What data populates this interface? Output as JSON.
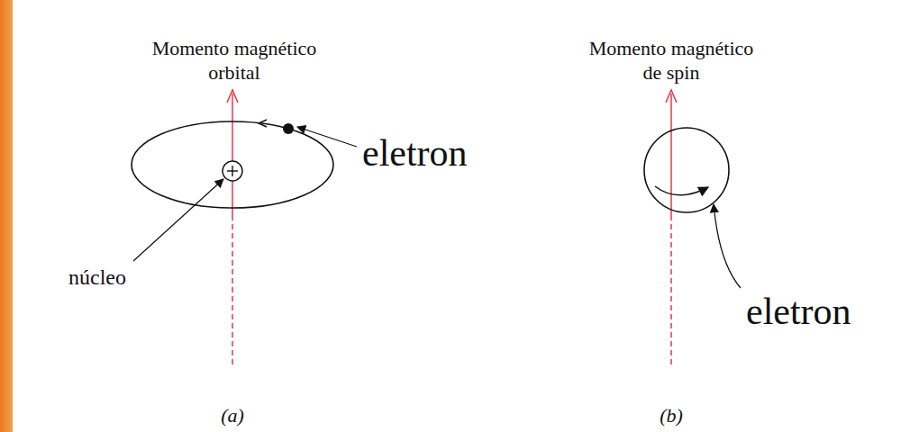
{
  "diagram": {
    "labels": [
      "Momento magnético orbital",
      "eletron",
      "núcleo",
      "(a)",
      "Momento magnético de spin",
      "eletron",
      "(b)"
    ]
  }
}
